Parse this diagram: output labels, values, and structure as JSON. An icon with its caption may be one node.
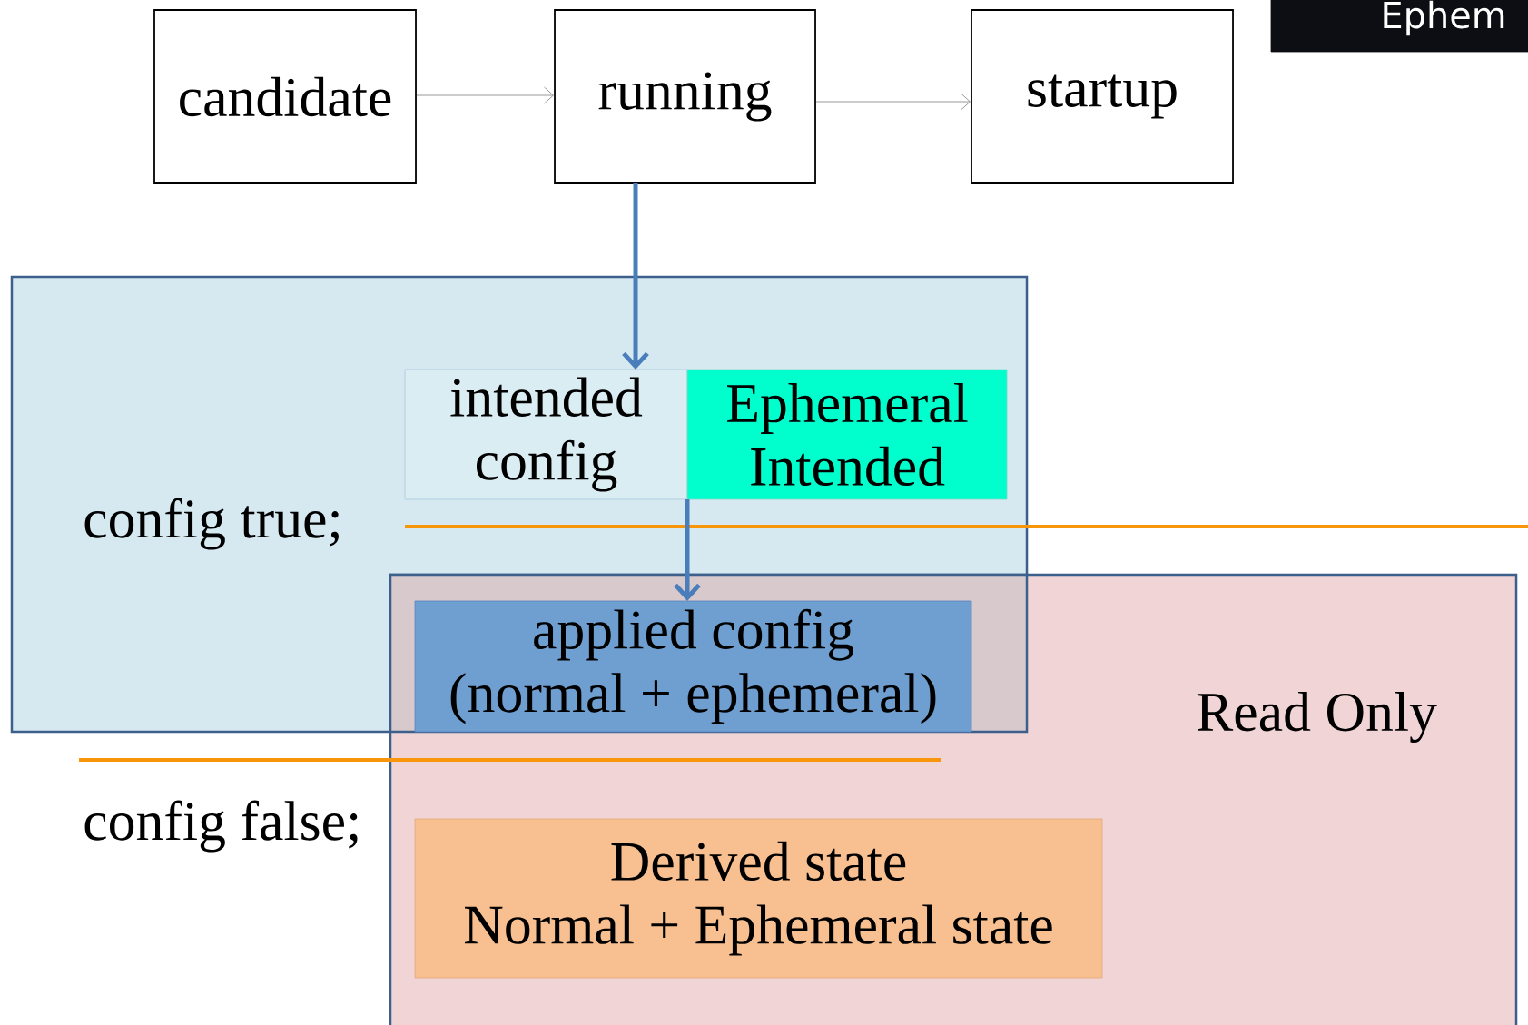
{
  "diagram": {
    "nodes": [
      {
        "text": [
          "candidate"
        ]
      },
      {
        "text": [
          "running"
        ]
      },
      {
        "text": [
          "startup"
        ]
      },
      {
        "text": [
          "Ephem"
        ]
      },
      {
        "text": [],
        "shape": "box"
      },
      {
        "text": [
          "intended config"
        ],
        "in": 4
      },
      {
        "text": [
          "Ephemeral Intended"
        ],
        "in": 4
      },
      {
        "text": [
          "Read Only"
        ]
      },
      {
        "text": [
          "applied config",
          "(normal + ephemeral)"
        ]
      },
      {
        "text": [
          "Derived state",
          "Normal + Ephemeral state"
        ],
        "in": 7
      }
    ],
    "edges": [
      {
        "from": 0,
        "to": 1,
        "arrow": "to",
        "color": "#7f7f7f"
      },
      {
        "from": 1,
        "to": 2,
        "arrow": "to",
        "color": "#7f7f7f"
      },
      {
        "from": 1,
        "to": 5,
        "arrow": "to",
        "style": "thick",
        "color": "#4a7ebb"
      },
      {
        "from": 5,
        "to": 8,
        "arrow": "to",
        "style": "thick",
        "color": "#4a7ebb"
      }
    ],
    "labels": [
      "config true;",
      "config false;"
    ]
  }
}
